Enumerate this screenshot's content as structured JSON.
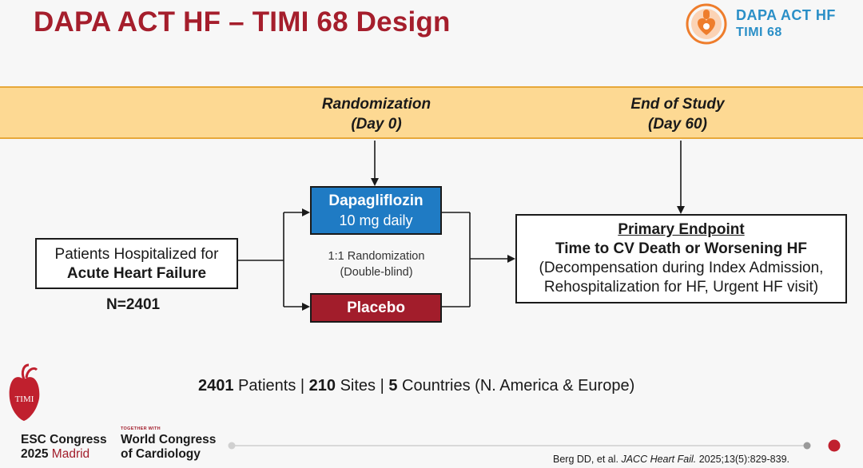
{
  "header": {
    "title": "DAPA ACT HF – TIMI 68 Design",
    "logo_line1": "DAPA ACT HF",
    "logo_line2": "TIMI 68"
  },
  "timeline": {
    "randomization_line1": "Randomization",
    "randomization_line2": "(Day 0)",
    "end_line1": "End of Study",
    "end_line2": "(Day 60)"
  },
  "patients": {
    "line1": "Patients Hospitalized for",
    "line2": "Acute Heart Failure",
    "n": "N=2401"
  },
  "arms": {
    "dapa_name": "Dapagliflozin",
    "dapa_dose": "10 mg daily",
    "placebo": "Placebo",
    "randomization_ratio": "1:1 Randomization",
    "blinding": "(Double-blind)"
  },
  "endpoint": {
    "heading": "Primary Endpoint",
    "main": "Time to CV Death or Worsening HF",
    "detail1": "(Decompensation during Index Admission,",
    "detail2": "Rehospitalization for HF, Urgent HF visit)"
  },
  "summary": {
    "patients_n": "2401",
    "patients_label": " Patients | ",
    "sites_n": "210",
    "sites_label": " Sites | ",
    "countries_n": "5",
    "countries_label": " Countries (N. America & Europe)"
  },
  "footer": {
    "timi_logo_text": "TIMI",
    "esc_line1": "ESC Congress",
    "esc_year": "2025",
    "esc_city": " Madrid",
    "wc_small": "TOGETHER WITH",
    "wc_line1": "World Congress",
    "wc_line2": "of Cardiology",
    "citation_authors": "Berg DD, et al. ",
    "citation_journal": "JACC Heart Fail.",
    "citation_details": " 2025;13(5):829-839."
  },
  "colors": {
    "title_red": "#a51e2c",
    "logo_blue": "#2a8fc7",
    "logo_orange": "#ee7d2c",
    "band_fill": "#fdd993",
    "dapa_blue": "#1f7bc4",
    "placebo_red": "#a21d2b"
  }
}
